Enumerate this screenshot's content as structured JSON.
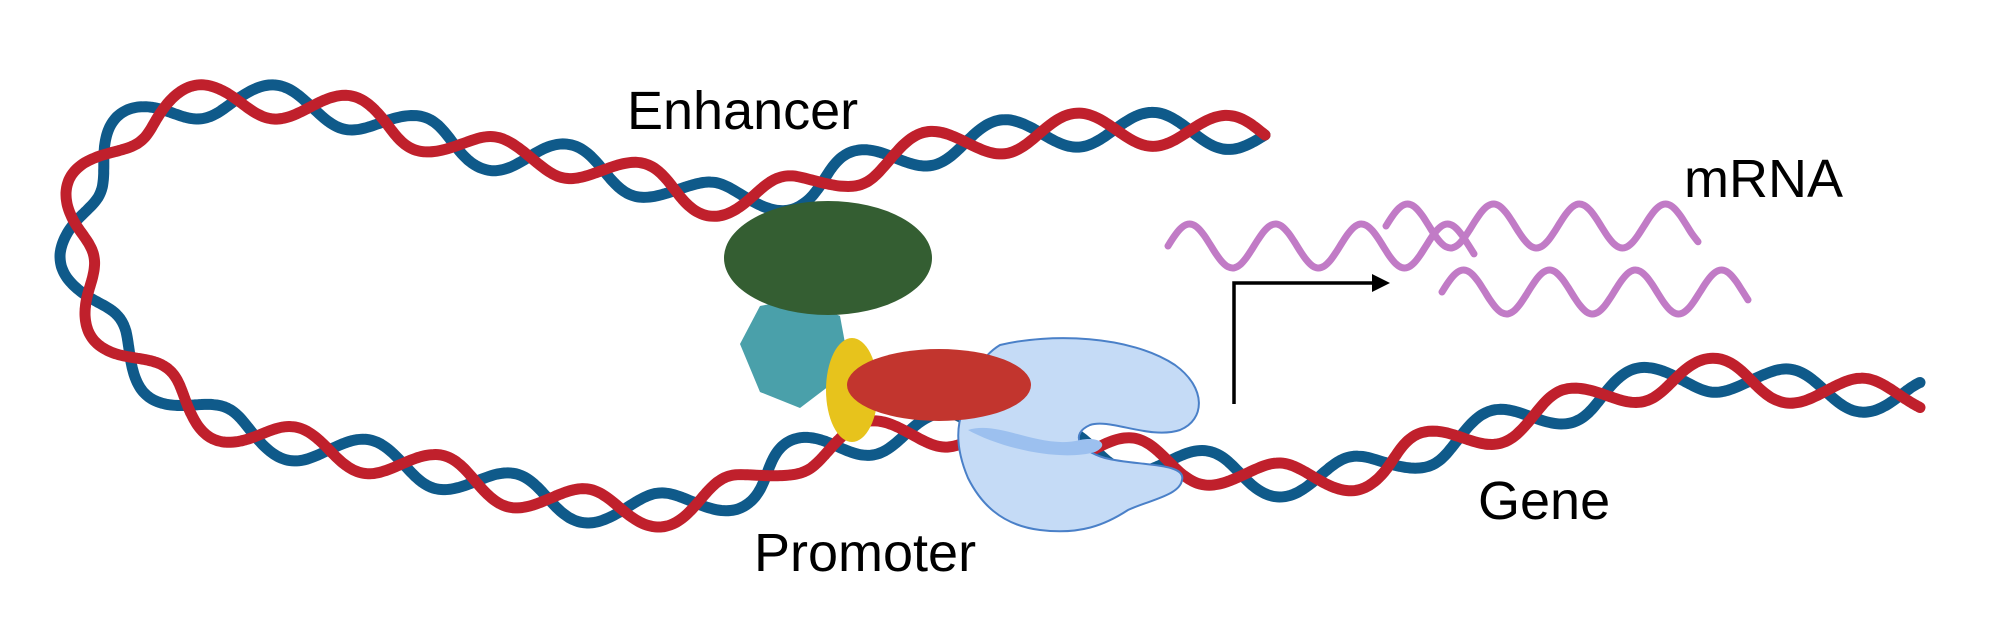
{
  "labels": {
    "enhancer": "Enhancer",
    "promoter": "Promoter",
    "gene": "Gene",
    "mrna": "mRNA"
  },
  "colors": {
    "strand_red": "#c0202c",
    "strand_blue": "#0f5a8a",
    "mrna": "#c17bc6",
    "activator_dark_green": "#345e32",
    "teal_hexagon": "#4aa0aa",
    "yellow_factor": "#e7c31c",
    "red_factor": "#c2352e",
    "polymerase_blue": "#c5dbf6",
    "polymerase_outline": "#4a80c8",
    "arrow": "#000000"
  },
  "icons": {
    "activator": "dark-green-ellipse",
    "mediator": "teal-hexagon",
    "factor_yellow": "yellow-ellipse",
    "factor_red": "red-ellipse",
    "rna_polymerase": "light-blue-blob",
    "transcription_arrow": "right-angle-arrow"
  }
}
